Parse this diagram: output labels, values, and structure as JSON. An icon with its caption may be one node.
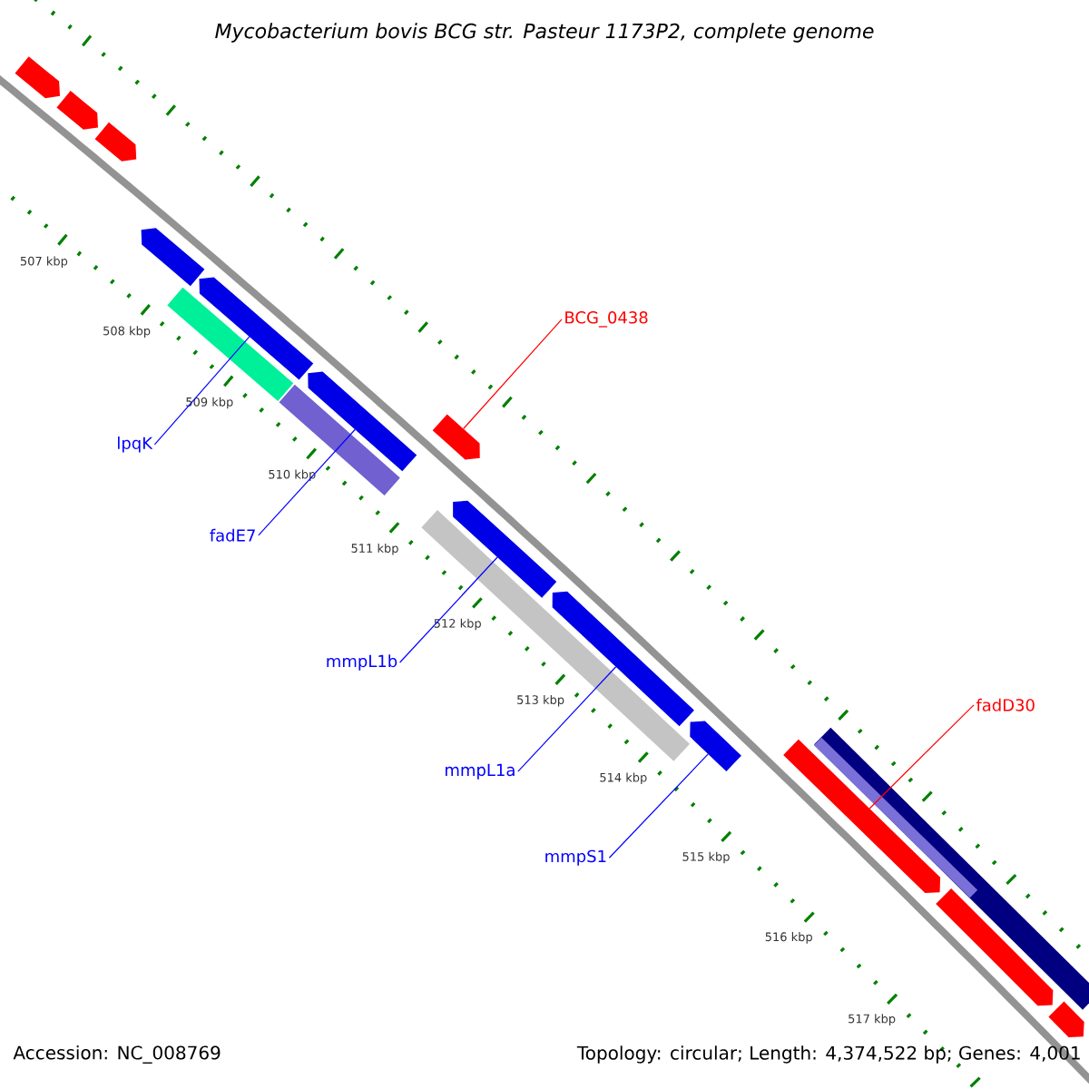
{
  "diagram": {
    "title": "Mycobacterium bovis BCG str. Pasteur 1173P2, complete genome",
    "nodes": [
      {
        "text": [],
        "shape": "box"
      },
      {
        "text": [],
        "shape": "box"
      },
      {
        "text": [],
        "shape": "box"
      },
      {
        "text": [],
        "shape": "box"
      },
      {
        "text": [],
        "shape": "box"
      },
      {
        "text": [],
        "shape": "bar"
      },
      {
        "text": [],
        "shape": "bar"
      },
      {
        "text": [],
        "shape": "box"
      },
      {
        "text": [],
        "shape": "box"
      },
      {
        "text": [],
        "shape": "box"
      },
      {
        "text": [],
        "shape": "bar"
      },
      {
        "text": [],
        "shape": "box"
      },
      {
        "text": [],
        "shape": "box"
      },
      {
        "text": [],
        "shape": "box"
      },
      {
        "text": [],
        "shape": "bar"
      },
      {
        "text": [],
        "shape": "bar",
        "in": 14
      },
      {
        "text": [],
        "shape": "box"
      },
      {
        "text": [],
        "shape": "box"
      },
      {
        "text": [
          "BCG_0438"
        ]
      },
      {
        "text": [
          "lpqK"
        ]
      },
      {
        "text": [
          "fadE7"
        ]
      },
      {
        "text": [
          "mmpL1b"
        ]
      },
      {
        "text": [
          "fadD30"
        ]
      },
      {
        "text": [
          "mmpL1a"
        ]
      },
      {
        "text": [
          "mmpS1"
        ]
      }
    ],
    "edges": [
      {
        "from": 18,
        "to": 8,
        "arrow": "none",
        "color": "#ff0000"
      },
      {
        "from": 19,
        "to": 4,
        "arrow": "none"
      },
      {
        "from": 20,
        "to": 7,
        "arrow": "none"
      },
      {
        "from": 21,
        "to": 9,
        "arrow": "none"
      },
      {
        "from": 22,
        "to": 13,
        "arrow": "none",
        "color": "#ff0000"
      },
      {
        "from": 23,
        "to": 11,
        "arrow": "none"
      },
      {
        "from": 24,
        "to": 12,
        "arrow": "none"
      }
    ],
    "labels": [
      "507 kbp",
      "508 kbp",
      "509 kbp",
      "510 kbp",
      "511 kbp",
      "512 kbp",
      "513 kbp",
      "514 kbp",
      "515 kbp",
      "516 kbp",
      "517 kbp",
      "Accession: NC_008769",
      "Topology: circular; Length: 4,374,522 bp; Genes: 4,001"
    ]
  }
}
